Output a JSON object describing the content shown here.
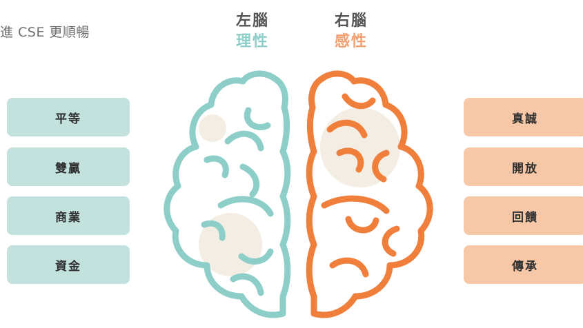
{
  "header": {
    "partial_text": "進 CSE 更順暢"
  },
  "left_brain": {
    "title": "左腦",
    "subtitle": "理性",
    "color": "#8ecec9"
  },
  "right_brain": {
    "title": "右腦",
    "subtitle": "感性",
    "color": "#f07f3c"
  },
  "left_items": [
    "平等",
    "雙贏",
    "商業",
    "資金"
  ],
  "right_items": [
    "真誠",
    "開放",
    "回饋",
    "傳承"
  ],
  "colors": {
    "left_pill": "#c3e2de",
    "right_pill": "#f7c8a7",
    "blob": "#f3ede3"
  }
}
